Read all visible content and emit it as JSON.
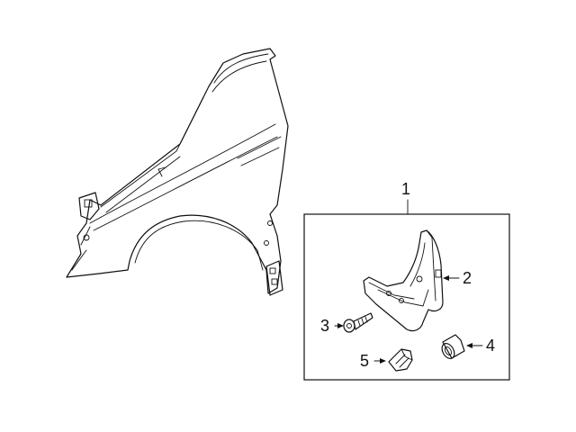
{
  "diagram": {
    "callouts": [
      {
        "id": "assembly",
        "label": "1"
      },
      {
        "id": "mud-flap",
        "label": "2"
      },
      {
        "id": "screw",
        "label": "3"
      },
      {
        "id": "grommet",
        "label": "4"
      },
      {
        "id": "clip",
        "label": "5"
      }
    ]
  }
}
